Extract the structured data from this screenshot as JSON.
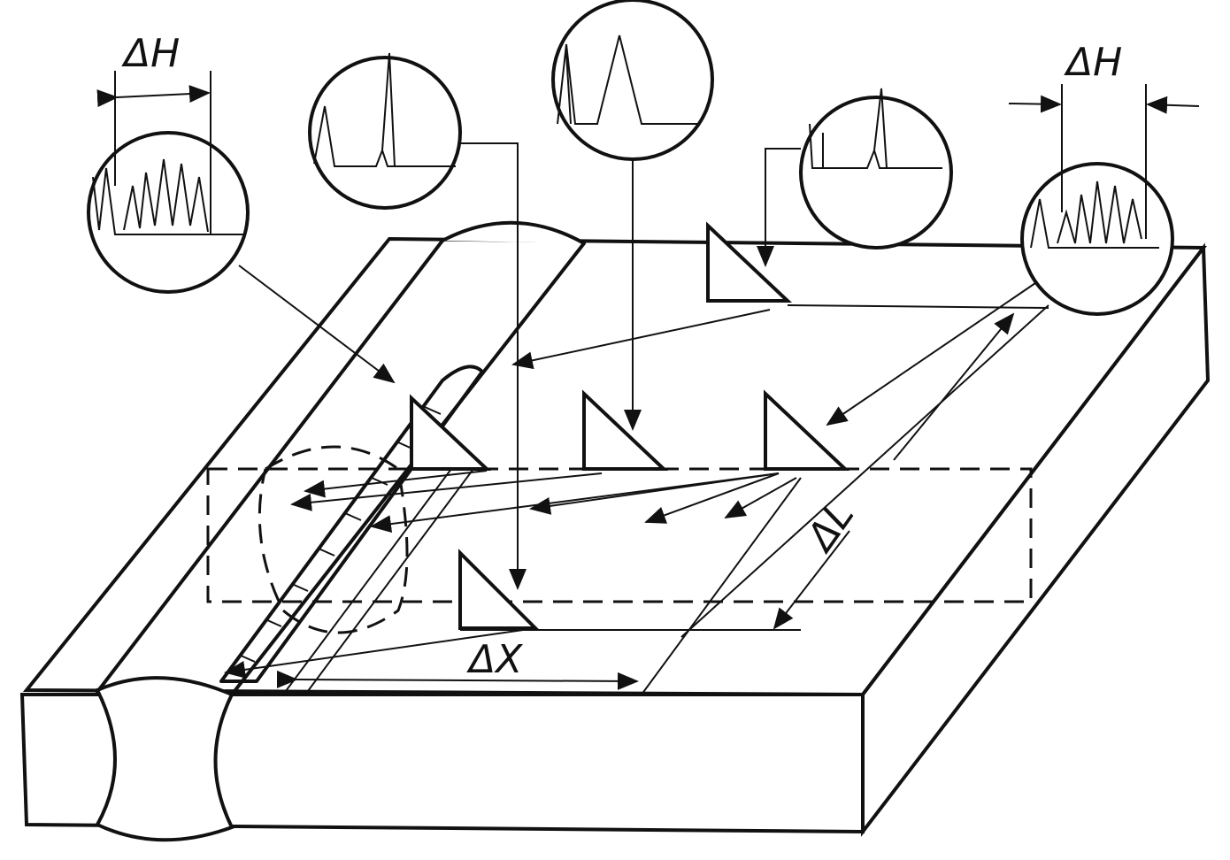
{
  "diagram": {
    "labels": {
      "delta_h_left": "ΔH",
      "delta_h_right": "ΔH",
      "delta_l": "ΔL",
      "delta_x": "ΔX"
    },
    "colors": {
      "ink": "#111111",
      "background": "#ffffff"
    }
  }
}
